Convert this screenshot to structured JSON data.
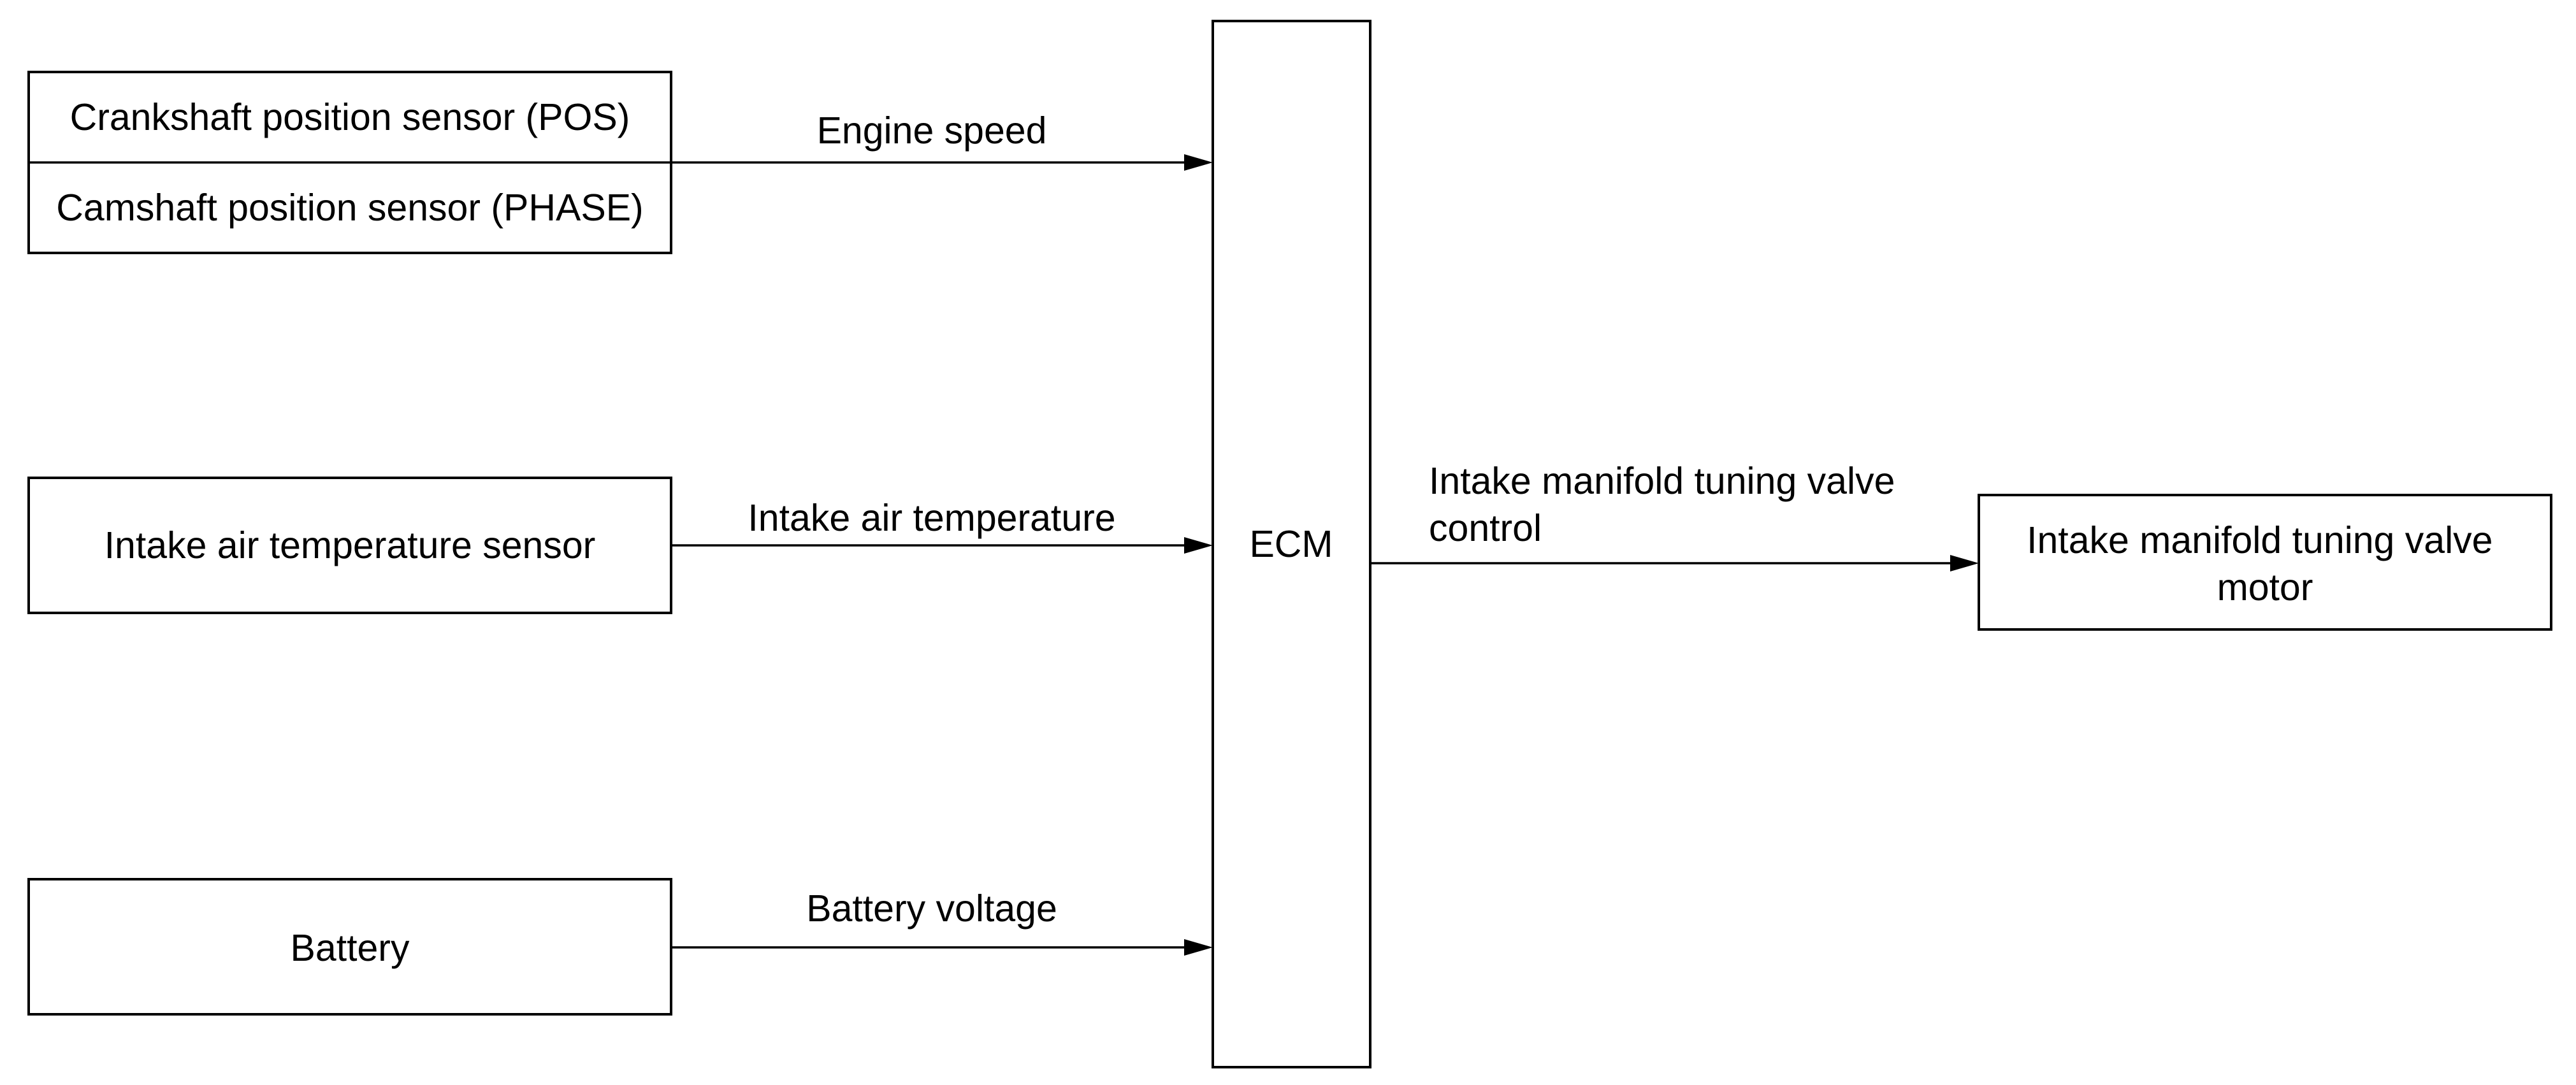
{
  "nodes": {
    "crankshaft_sensor": "Crankshaft position sensor (POS)",
    "camshaft_sensor": "Camshaft position sensor (PHASE)",
    "intake_air_temp_sensor": "Intake air temperature sensor",
    "battery": "Battery",
    "ecm": "ECM",
    "valve_motor": [
      "Intake manifold tuning valve",
      "motor"
    ]
  },
  "edges": {
    "engine_speed": "Engine speed",
    "intake_air_temperature": "Intake air temperature",
    "battery_voltage": "Battery voltage",
    "valve_control": [
      "Intake manifold tuning valve",
      "control"
    ]
  },
  "colors": {
    "stroke": "#000000",
    "background": "#ffffff"
  }
}
